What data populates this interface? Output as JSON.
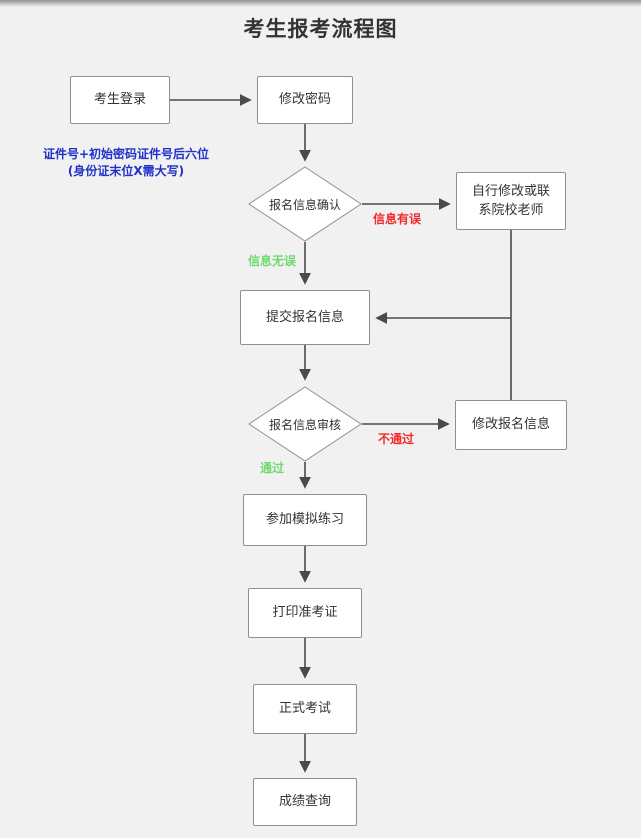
{
  "title": "考生报考流程图",
  "note": {
    "line1": "证件号+初始密码证件号后六位",
    "line2": "(身份证末位X需大写)"
  },
  "nodes": {
    "login": {
      "label": "考生登录"
    },
    "password": {
      "label": "修改密码"
    },
    "confirm": {
      "label": "报名信息确认"
    },
    "self_modify": {
      "label": "自行修改或联系院校老师"
    },
    "submit": {
      "label": "提交报名信息"
    },
    "review": {
      "label": "报名信息审核"
    },
    "modify": {
      "label": "修改报名信息"
    },
    "practice": {
      "label": "参加模拟练习"
    },
    "print": {
      "label": "打印准考证"
    },
    "exam": {
      "label": "正式考试"
    },
    "score": {
      "label": "成绩查询"
    }
  },
  "edge_labels": {
    "info_error": "信息有误",
    "info_ok": "信息无误",
    "fail": "不通过",
    "pass": "通过"
  },
  "colors": {
    "background": "#f1f1f2",
    "node_fill": "#ffffff",
    "node_border": "#8f8f8f",
    "arrow": "#4a4a4a",
    "label_red": "#f42a2a",
    "label_green": "#6fd96f",
    "note_blue": "#2031c9",
    "title_text": "#333333"
  }
}
